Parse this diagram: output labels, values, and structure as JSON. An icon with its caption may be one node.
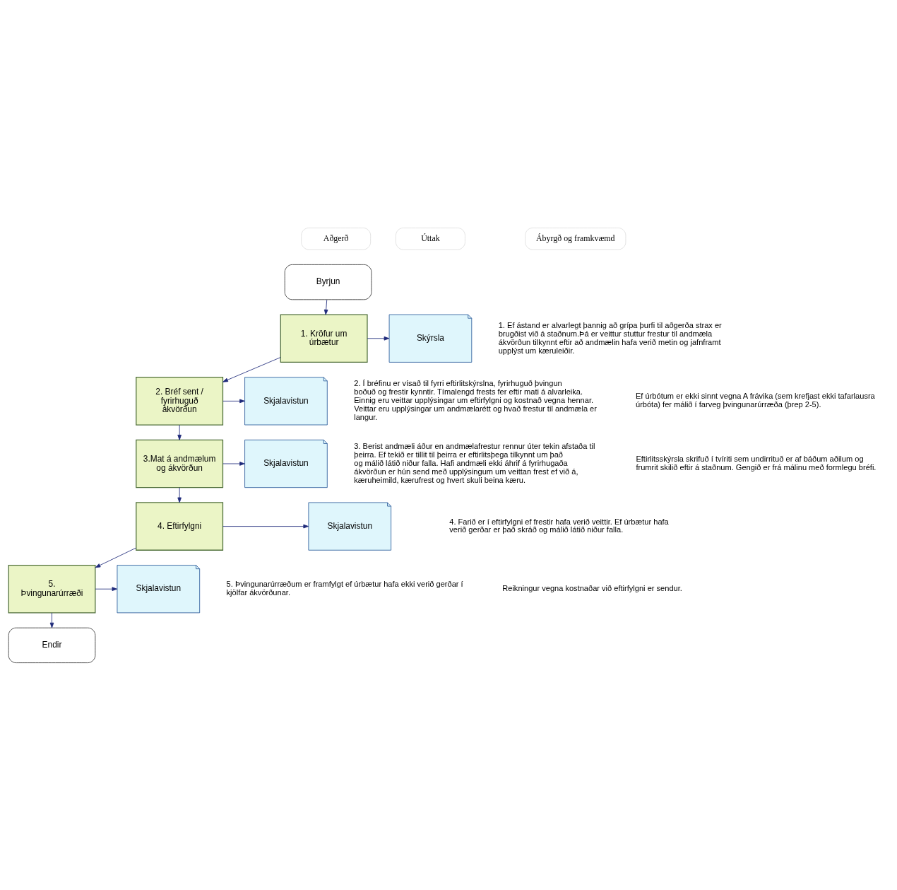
{
  "diagram": {
    "nodes": [
      {
        "text": [
          "Aðgerð"
        ]
      },
      {
        "text": [
          "Úttak"
        ]
      },
      {
        "text": [
          "Ábyrgð og framkvæmd"
        ]
      },
      {
        "text": [
          "Byrjun"
        ]
      },
      {
        "text": [
          "1. Kröfur um úrbætur"
        ]
      },
      {
        "text": [
          "Skýrsla"
        ]
      },
      {
        "text": [
          "2. Bréf sent / fyrirhuguð ákvörðun"
        ]
      },
      {
        "text": [
          "Skjalavistun"
        ]
      },
      {
        "text": [
          "3.Mat á andmælum og ákvörðun"
        ]
      },
      {
        "text": [
          "Skjalavistun"
        ]
      },
      {
        "text": [
          "4. Eftirfylgni"
        ]
      },
      {
        "text": [
          "Skjalavistun"
        ]
      },
      {
        "text": [
          "5. Þvingunarúrræði"
        ]
      },
      {
        "text": [
          "Skjalavistun"
        ]
      },
      {
        "text": [
          "Endir"
        ]
      }
    ],
    "edges": [
      {
        "from": 3,
        "to": 4,
        "arrow": "to"
      },
      {
        "from": 4,
        "to": 5,
        "arrow": "to"
      },
      {
        "from": 4,
        "to": 6,
        "arrow": "to"
      },
      {
        "from": 6,
        "to": 7,
        "arrow": "to"
      },
      {
        "from": 6,
        "to": 8,
        "arrow": "to"
      },
      {
        "from": 8,
        "to": 9,
        "arrow": "to"
      },
      {
        "from": 8,
        "to": 10,
        "arrow": "to"
      },
      {
        "from": 10,
        "to": 11,
        "arrow": "to"
      },
      {
        "from": 10,
        "to": 12,
        "arrow": "to"
      },
      {
        "from": 12,
        "to": 13,
        "arrow": "to"
      },
      {
        "from": 12,
        "to": 14,
        "arrow": "to"
      }
    ],
    "labels": [
      "1. Ef ástand er alvarlegt þannig að grípa þurfi til aðgerða strax er brugðist við á staðnum.Þá er veittur stuttur frestur til andmæla ákvörðun tilkynnt eftir að andmælin hafa verið metin og jafnframt upplýst um kæruleiðir.",
      "Ef úrbótum er ekki sinnt vegna A frávika (sem krefjast ekki tafarlausra úrbóta) fer málið í farveg þvingunarúrræða (þrep 2-5).",
      "Eftirlitsskýrsla skrifuð í tvíriti sem undirrituð er af báðum aðilum og frumrit skilið eftir á staðnum. Gengið er frá málinu með formlegu bréfi.",
      "2. Í bréfinu er vísað til fyrri eftirlitskýrslna, fyrirhuguð þvingun boðuð og frestir kynntir. Tímalengd frests fer eftir mati á alvarleika. Einnig eru veittar upplýsingar um eftirfylgni og kostnað vegna hennar. Veittar eru upplýsingar um andmælarétt og hvað frestur til andmæla er langur.",
      "3. Berist andmæli áður en andmælafrestur rennur úter tekin afstaða til þeirra. Ef tekið er tillit til þeirra er eftirlitsþega tilkynnt um það og málið látið niður falla. Hafi andmæli ekki áhrif á fyrirhugaða ákvörðun er hún send með upplýsingum um veittan frest ef við á, kæruheimild, kærufrest og hvert skuli beina kæru.",
      "4. Farið er í eftirfylgni ef frestir hafa verið veittir. Ef úrbætur hafa verið gerðar er það skráð og málið látið niður falla.",
      "Reikningur vegna kostnaðar við eftirfylgni er sendur.",
      "5. Þvingunarúrræðum er framfylgt ef úrbætur hafa ekki verið gerðar í kjölfar ákvörðunar."
    ]
  }
}
